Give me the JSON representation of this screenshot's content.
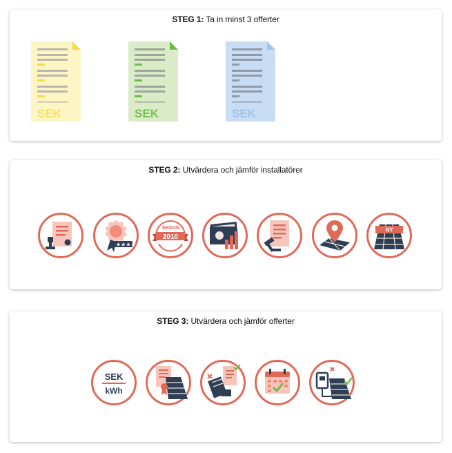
{
  "steps": [
    {
      "prefix": "STEG 1:",
      "text": " Ta in minst 3 offerter"
    },
    {
      "prefix": "STEG 2:",
      "text": " Utvärdera och jämför installatörer"
    },
    {
      "prefix": "STEG 3:",
      "text": " Utvärdera och jämför offerter"
    }
  ],
  "offers": [
    {
      "currency": "SEK",
      "paper": "#fdf5c4",
      "accent": "#f2dc4a",
      "text_color": "#f3e26a"
    },
    {
      "currency": "SEK",
      "paper": "#d9ebc7",
      "accent": "#6dbd4a",
      "text_color": "#76c152"
    },
    {
      "currency": "SEK",
      "paper": "#c8dcf3",
      "accent": "#9fc4ee",
      "text_color": "#9fc4ee"
    }
  ],
  "step2_icons": [
    {
      "icon": "certificate-stamp-icon"
    },
    {
      "icon": "award-rosette-rating-icon"
    },
    {
      "icon": "since-year-banner-icon",
      "top_label": "SEDAN",
      "year": "2010"
    },
    {
      "icon": "finance-chart-icon"
    },
    {
      "icon": "legal-gavel-document-icon"
    },
    {
      "icon": "location-map-pin-icon"
    },
    {
      "icon": "new-solar-panel-icon",
      "badge": "NY"
    }
  ],
  "step3_icons": [
    {
      "icon": "price-per-kwh-icon",
      "top": "SEK",
      "bottom": "kWh"
    },
    {
      "icon": "panel-warranty-certificate-icon"
    },
    {
      "icon": "compare-offers-check-icon"
    },
    {
      "icon": "installation-calendar-icon"
    },
    {
      "icon": "inverter-panel-check-icon"
    }
  ],
  "colors": {
    "accent": "#e06a58",
    "navy": "#2d3e55",
    "light_accent": "#f6c6bd"
  }
}
